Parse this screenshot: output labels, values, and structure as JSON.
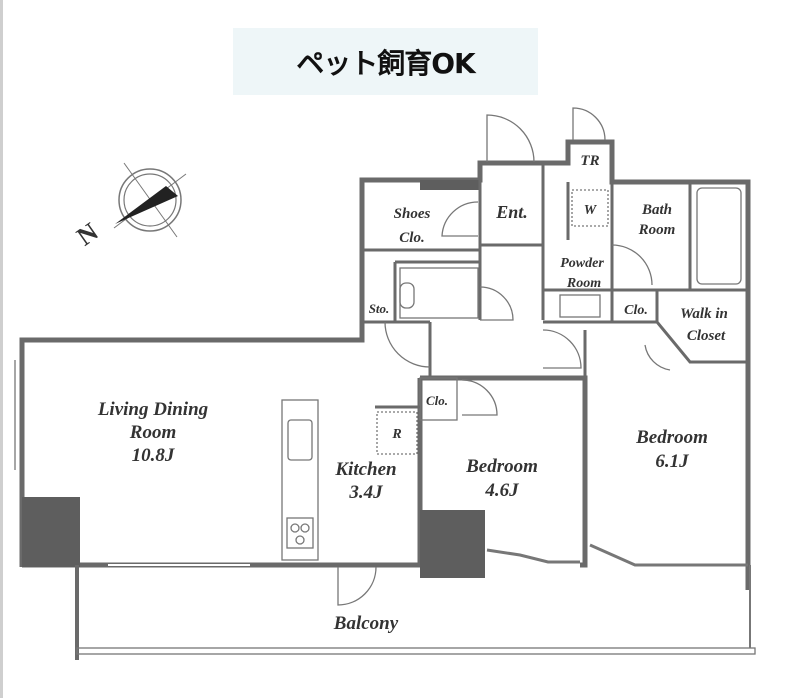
{
  "banner": {
    "text": "ペット飼育OK"
  },
  "compass": {
    "north_label": "N"
  },
  "rooms": {
    "tr": "TR",
    "shoes_line1": "Shoes",
    "shoes_line2": "Clo.",
    "entrance": "Ent.",
    "washer": "W",
    "bath_line1": "Bath",
    "bath_line2": "Room",
    "powder_line1": "Powder",
    "powder_line2": "Room",
    "storage": "Sto.",
    "closet_upper": "Clo.",
    "walkin_line1": "Walk in",
    "walkin_line2": "Closet",
    "ldr_line1": "Living Dining",
    "ldr_line2": "Room",
    "ldr_size": "10.8J",
    "fridge": "R",
    "closet_bedroom": "Clo.",
    "kitchen": "Kitchen",
    "kitchen_size": "3.4J",
    "bedroom1": "Bedroom",
    "bedroom1_size": "4.6J",
    "bedroom2": "Bedroom",
    "bedroom2_size": "6.1J",
    "balcony": "Balcony"
  }
}
